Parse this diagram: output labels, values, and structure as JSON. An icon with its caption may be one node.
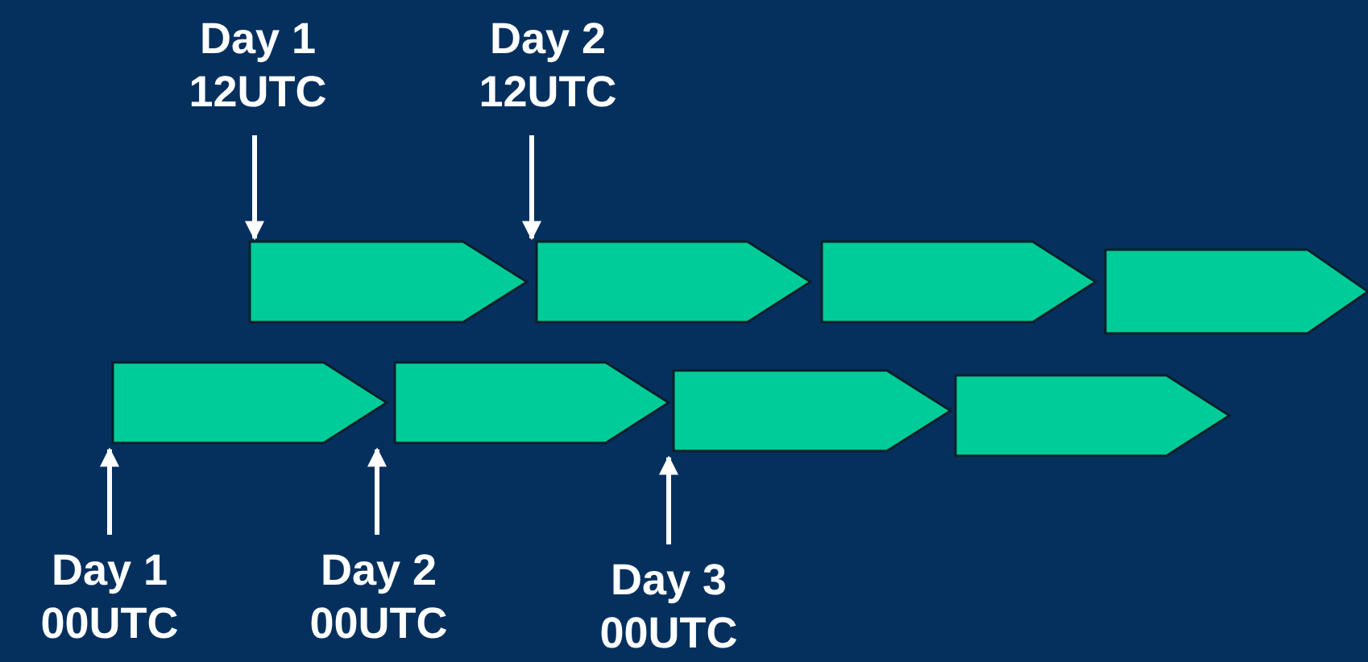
{
  "diagram": {
    "nodes": [
      {
        "text": [
          "Day 1 12UTC"
        ]
      },
      {
        "text": [
          "Day 2 12UTC"
        ]
      },
      {
        "text": [],
        "shape": "pentagon"
      },
      {
        "text": [],
        "shape": "pentagon"
      },
      {
        "text": [],
        "shape": "pentagon"
      },
      {
        "text": [],
        "shape": "pentagon"
      },
      {
        "text": [],
        "shape": "pentagon"
      },
      {
        "text": [],
        "shape": "pentagon"
      },
      {
        "text": [],
        "shape": "pentagon"
      },
      {
        "text": [],
        "shape": "pentagon"
      },
      {
        "text": [
          "Day 1 00UTC"
        ]
      },
      {
        "text": [
          "Day 2 00UTC"
        ]
      },
      {
        "text": [
          "Day 3 00UTC"
        ]
      }
    ],
    "edges": [
      {
        "from": 0,
        "to": 2,
        "arrow": "to"
      },
      {
        "from": 1,
        "to": 3,
        "arrow": "to"
      },
      {
        "from": 10,
        "to": 6,
        "arrow": "to"
      },
      {
        "from": 11,
        "to": 7,
        "arrow": "to"
      },
      {
        "from": 12,
        "to": 8,
        "arrow": "to"
      }
    ]
  }
}
